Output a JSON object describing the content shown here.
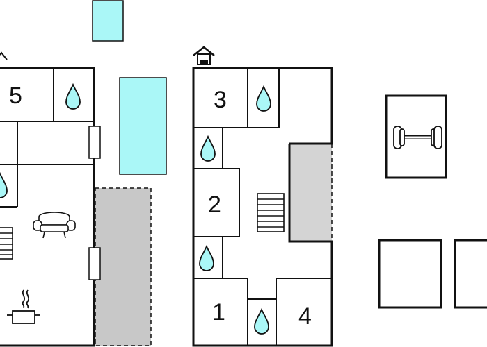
{
  "rooms": {
    "left_top": "5",
    "mid_top": "3",
    "mid_middle": "2",
    "mid_bottom_left": "1",
    "mid_bottom_right": "4"
  },
  "icons": {
    "bathroom": "water-drop-icon",
    "house": "house-icon",
    "stairs": "stairs-icon",
    "sofa": "sofa-icon",
    "kitchen": "cooking-pot-icon",
    "gym": "dumbbell-icon"
  },
  "colors": {
    "wall": "#111111",
    "water": "#aaf7f7",
    "terrace": "#c8c8c8",
    "background": "#ffffff"
  }
}
